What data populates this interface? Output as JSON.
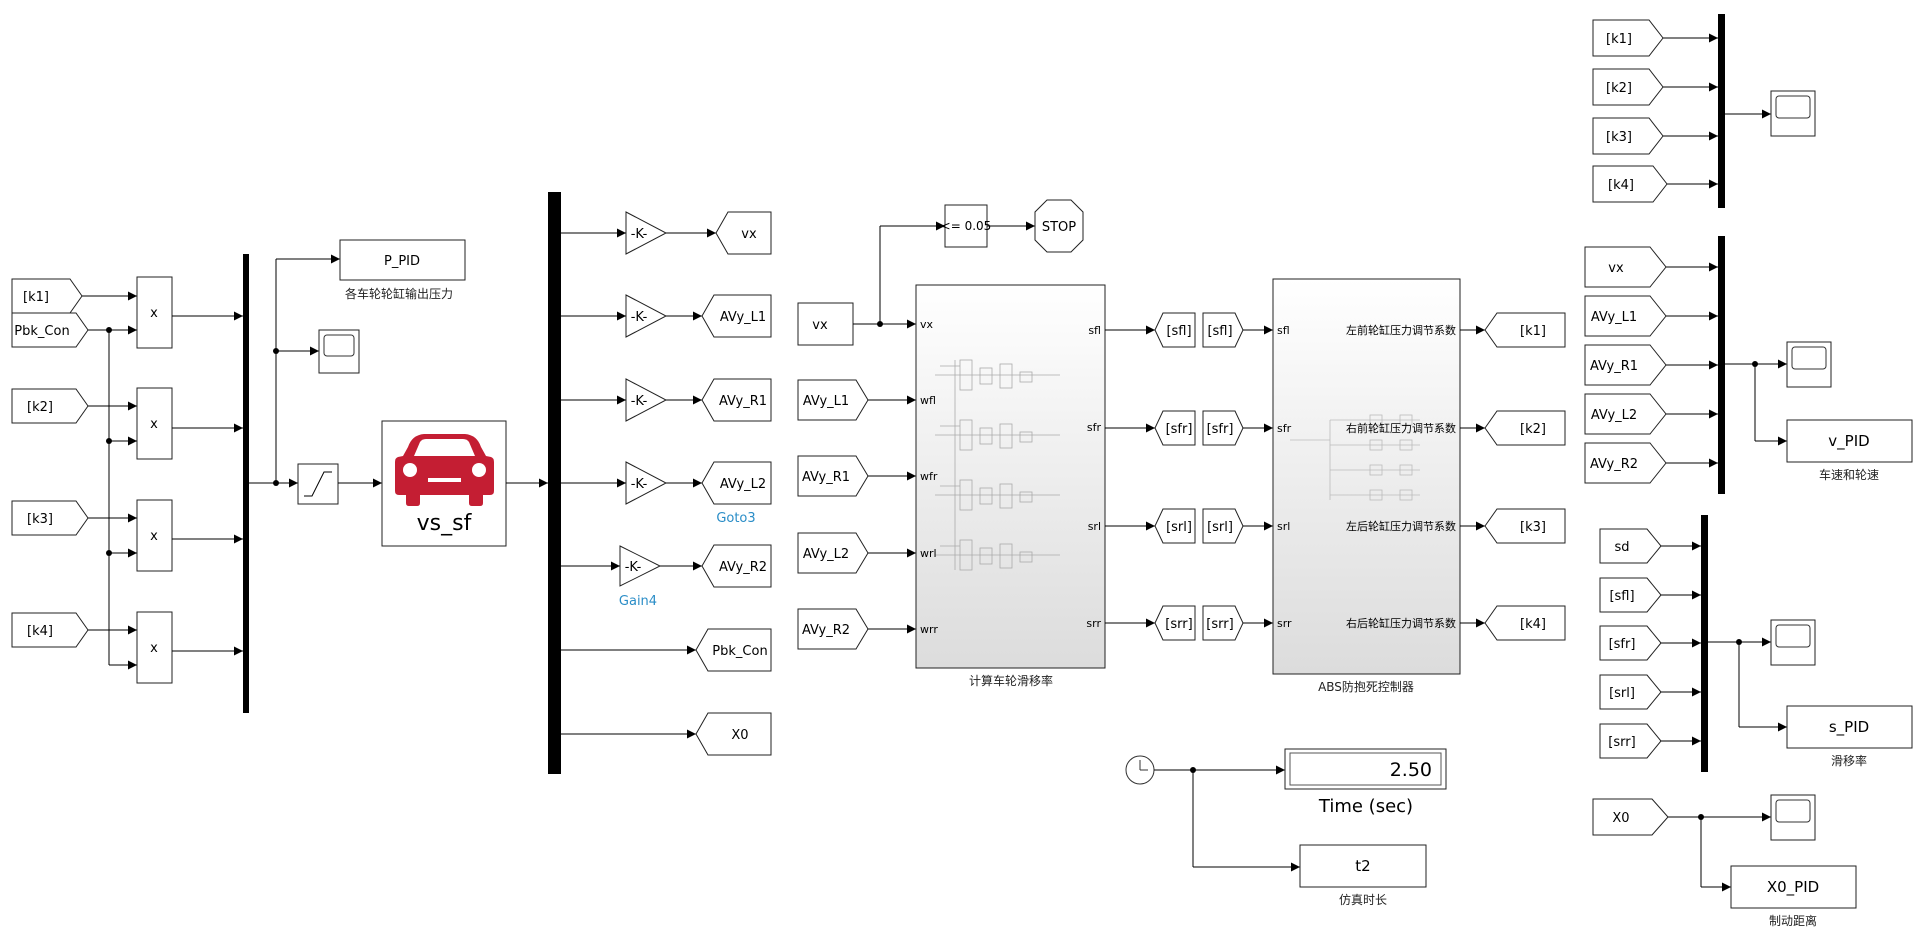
{
  "colors": {
    "car": "#c41e33",
    "bus": "#000000",
    "caption_blue": "#2a8dc7"
  },
  "left": {
    "froms": [
      "[k1]",
      "[k2]",
      "[k3]",
      "[k4]"
    ],
    "pbk_con": "Pbk_Con",
    "product": "x",
    "p_pid_label": "P_PID",
    "p_pid_caption": "各车轮轮缸输出压力"
  },
  "vehicle": {
    "label": "vs_sf",
    "icon": "car-icon"
  },
  "gains": {
    "label": "-K-",
    "gotos": [
      "vx",
      "AVy_L1",
      "AVy_R1",
      "AVy_L2",
      "AVy_R2",
      "Pbk_Con",
      "X0"
    ],
    "goto3_caption": "Goto3",
    "gain4_caption": "Gain4"
  },
  "stop": {
    "compare": "<= 0.05",
    "label": "STOP"
  },
  "slip": {
    "inputs": [
      "vx",
      "AVy_L1",
      "AVy_R1",
      "AVy_L2",
      "AVy_R2"
    ],
    "in_ports": [
      "vx",
      "wfl",
      "wfr",
      "wrl",
      "wrr"
    ],
    "out_ports": [
      "sfl",
      "sfr",
      "srl",
      "srr"
    ],
    "caption": "计算车轮滑移率",
    "gotos": [
      "[sfl]",
      "[sfr]",
      "[srl]",
      "[srr]"
    ],
    "froms": [
      "[sfl]",
      "[sfr]",
      "[srl]",
      "[srr]"
    ]
  },
  "abs": {
    "in_ports": [
      "sfl",
      "sfr",
      "srl",
      "srr"
    ],
    "out_ports": [
      "左前轮缸压力调节系数",
      "右前轮缸压力调节系数",
      "左后轮缸压力调节系数",
      "右后轮缸压力调节系数"
    ],
    "caption": "ABS防抱死控制器",
    "gotos": [
      "[k1]",
      "[k2]",
      "[k3]",
      "[k4]"
    ]
  },
  "clock": {
    "display_value": "2.50",
    "display_caption": "Time (sec)",
    "t2_label": "t2",
    "t2_caption": "仿真时长"
  },
  "right": {
    "k_froms": [
      "[k1]",
      "[k2]",
      "[k3]",
      "[k4]"
    ],
    "v_froms": [
      "vx",
      "AVy_L1",
      "AVy_R1",
      "AVy_L2",
      "AVy_R2"
    ],
    "v_pid_label": "v_PID",
    "v_pid_caption": "车速和轮速",
    "s_froms": [
      "sd",
      "[sfl]",
      "[sfr]",
      "[srl]",
      "[srr]"
    ],
    "s_pid_label": "s_PID",
    "s_pid_caption": "滑移率",
    "x0_from": "X0",
    "x0_pid_label": "X0_PID",
    "x0_pid_caption": "制动距离"
  }
}
